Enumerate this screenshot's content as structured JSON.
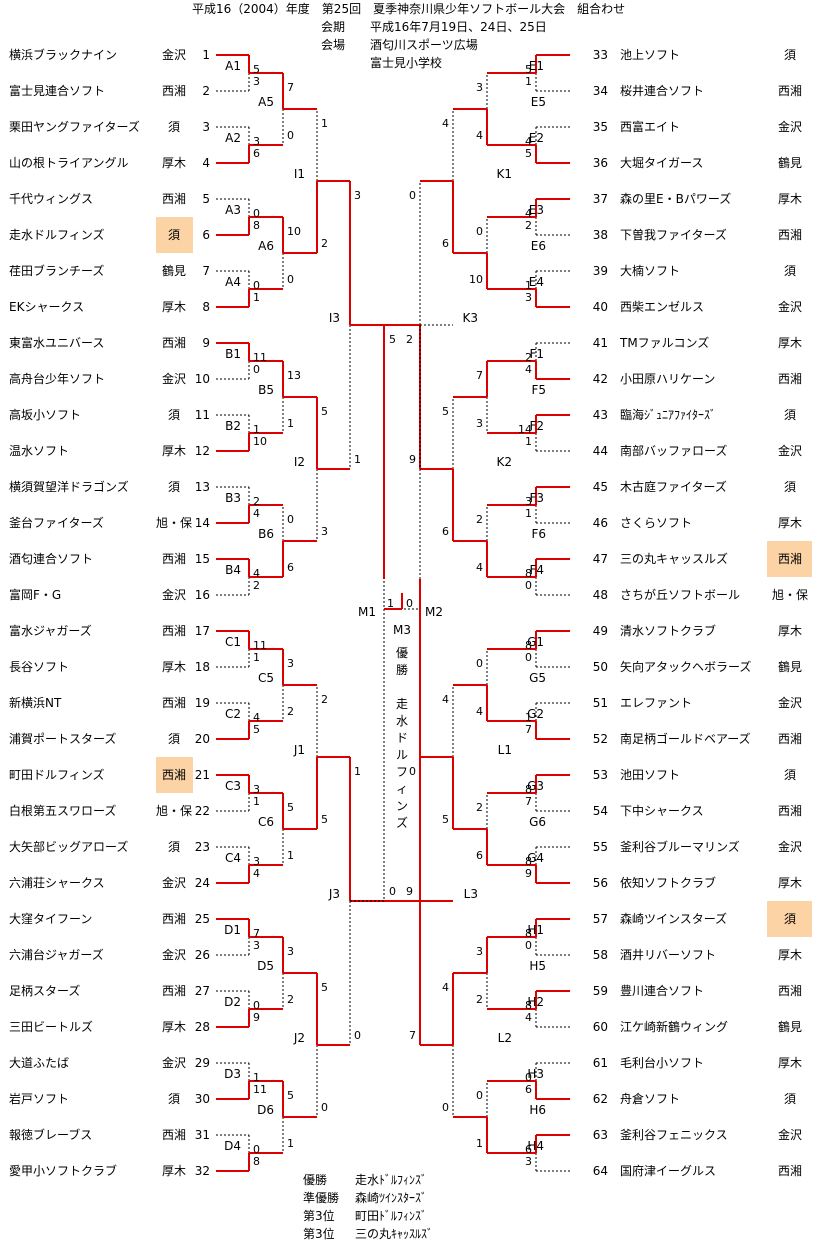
{
  "header": {
    "title": "平成16（2004）年度　第25回　夏季神奈川県少年ソフトボール大会　組合わせ",
    "period_label": "会期",
    "period": "平成16年7月19日、24日、25日",
    "venue_label": "会場",
    "venue1": "酒匂川スポーツ広場",
    "venue2": "富士見小学校"
  },
  "colors": {
    "win_line": "#dd0000",
    "highlight": "#fbd3a4",
    "line": "#000000"
  },
  "teams": [
    {
      "name": "横浜ブラックナイン",
      "area": "金沢",
      "hl": false
    },
    {
      "name": "富士見連合ソフト",
      "area": "西湘",
      "hl": false
    },
    {
      "name": "栗田ヤングファイターズ",
      "area": "須",
      "hl": false
    },
    {
      "name": "山の根トライアングル",
      "area": "厚木",
      "hl": false
    },
    {
      "name": "千代ウィングス",
      "area": "西湘",
      "hl": false
    },
    {
      "name": "走水ドルフィンズ",
      "area": "須",
      "hl": true
    },
    {
      "name": "荏田ブランチーズ",
      "area": "鶴見",
      "hl": false
    },
    {
      "name": "EKシャークス",
      "area": "厚木",
      "hl": false
    },
    {
      "name": "東富水ユニバース",
      "area": "西湘",
      "hl": false
    },
    {
      "name": "高舟台少年ソフト",
      "area": "金沢",
      "hl": false
    },
    {
      "name": "高坂小ソフト",
      "area": "須",
      "hl": false
    },
    {
      "name": "温水ソフト",
      "area": "厚木",
      "hl": false
    },
    {
      "name": "横須賀望洋ドラゴンズ",
      "area": "須",
      "hl": false
    },
    {
      "name": "釜台ファイターズ",
      "area": "旭・保",
      "hl": false
    },
    {
      "name": "酒匂連合ソフト",
      "area": "西湘",
      "hl": false
    },
    {
      "name": "富岡F・G",
      "area": "金沢",
      "hl": false
    },
    {
      "name": "富水ジャガーズ",
      "area": "西湘",
      "hl": false
    },
    {
      "name": "長谷ソフト",
      "area": "厚木",
      "hl": false
    },
    {
      "name": "新横浜NT",
      "area": "西湘",
      "hl": false
    },
    {
      "name": "浦賀ポートスターズ",
      "area": "須",
      "hl": false
    },
    {
      "name": "町田ドルフィンズ",
      "area": "西湘",
      "hl": true
    },
    {
      "name": "白根第五スワローズ",
      "area": "旭・保",
      "hl": false
    },
    {
      "name": "大矢部ビッグアローズ",
      "area": "須",
      "hl": false
    },
    {
      "name": "六浦荘シャークス",
      "area": "金沢",
      "hl": false
    },
    {
      "name": "大窪タイフーン",
      "area": "西湘",
      "hl": false
    },
    {
      "name": "六浦台ジャガーズ",
      "area": "金沢",
      "hl": false
    },
    {
      "name": "足柄スターズ",
      "area": "西湘",
      "hl": false
    },
    {
      "name": "三田ビートルズ",
      "area": "厚木",
      "hl": false
    },
    {
      "name": "大道ふたば",
      "area": "金沢",
      "hl": false
    },
    {
      "name": "岩戸ソフト",
      "area": "須",
      "hl": false
    },
    {
      "name": "報徳ブレーブス",
      "area": "西湘",
      "hl": false
    },
    {
      "name": "愛甲小ソフトクラブ",
      "area": "厚木",
      "hl": false
    },
    {
      "name": "池上ソフト",
      "area": "須",
      "hl": false
    },
    {
      "name": "桜井連合ソフト",
      "area": "西湘",
      "hl": false
    },
    {
      "name": "西富エイト",
      "area": "金沢",
      "hl": false
    },
    {
      "name": "大堀タイガース",
      "area": "鶴見",
      "hl": false
    },
    {
      "name": "森の里E・Bパワーズ",
      "area": "厚木",
      "hl": false
    },
    {
      "name": "下曽我ファイターズ",
      "area": "西湘",
      "hl": false
    },
    {
      "name": "大楠ソフト",
      "area": "須",
      "hl": false
    },
    {
      "name": "西柴エンゼルス",
      "area": "金沢",
      "hl": false
    },
    {
      "name": "TMファルコンズ",
      "area": "厚木",
      "hl": false
    },
    {
      "name": "小田原ハリケーン",
      "area": "西湘",
      "hl": false
    },
    {
      "name": "臨海ｼﾞｭﾆｱﾌｧｲﾀｰｽﾞ",
      "area": "須",
      "hl": false
    },
    {
      "name": "南部バッファローズ",
      "area": "金沢",
      "hl": false
    },
    {
      "name": "木古庭ファイターズ",
      "area": "須",
      "hl": false
    },
    {
      "name": "さくらソフト",
      "area": "厚木",
      "hl": false
    },
    {
      "name": "三の丸キャッスルズ",
      "area": "西湘",
      "hl": true
    },
    {
      "name": "さちが丘ソフトボール",
      "area": "旭・保",
      "hl": false
    },
    {
      "name": "清水ソフトクラブ",
      "area": "厚木",
      "hl": false
    },
    {
      "name": "矢向アタックヘボラーズ",
      "area": "鶴見",
      "hl": false
    },
    {
      "name": "エレファント",
      "area": "金沢",
      "hl": false
    },
    {
      "name": "南足柄ゴールドベアーズ",
      "area": "西湘",
      "hl": false
    },
    {
      "name": "池田ソフト",
      "area": "須",
      "hl": false
    },
    {
      "name": "下中シャークス",
      "area": "西湘",
      "hl": false
    },
    {
      "name": "釜利谷ブルーマリンズ",
      "area": "金沢",
      "hl": false
    },
    {
      "name": "依知ソフトクラブ",
      "area": "厚木",
      "hl": false
    },
    {
      "name": "森崎ツインスターズ",
      "area": "須",
      "hl": true
    },
    {
      "name": "酒井リバーソフト",
      "area": "厚木",
      "hl": false
    },
    {
      "name": "豊川連合ソフト",
      "area": "西湘",
      "hl": false
    },
    {
      "name": "江ケ崎新鶴ウィング",
      "area": "鶴見",
      "hl": false
    },
    {
      "name": "毛利台小ソフト",
      "area": "厚木",
      "hl": false
    },
    {
      "name": "舟倉ソフト",
      "area": "須",
      "hl": false
    },
    {
      "name": "釜利谷フェニックス",
      "area": "金沢",
      "hl": false
    },
    {
      "name": "国府津イーグルス",
      "area": "西湘",
      "hl": false
    }
  ],
  "r1": [
    {
      "label": "A1",
      "s": [
        5,
        3
      ],
      "w": 0
    },
    {
      "label": "A2",
      "s": [
        3,
        6
      ],
      "w": 1
    },
    {
      "label": "A3",
      "s": [
        0,
        8
      ],
      "w": 1
    },
    {
      "label": "A4",
      "s": [
        0,
        1
      ],
      "w": 1
    },
    {
      "label": "B1",
      "s": [
        11,
        0
      ],
      "w": 0
    },
    {
      "label": "B2",
      "s": [
        1,
        10
      ],
      "w": 1
    },
    {
      "label": "B3",
      "s": [
        2,
        4
      ],
      "w": 1
    },
    {
      "label": "B4",
      "s": [
        4,
        2
      ],
      "w": 0
    },
    {
      "label": "C1",
      "s": [
        11,
        1
      ],
      "w": 0
    },
    {
      "label": "C2",
      "s": [
        4,
        5
      ],
      "w": 1
    },
    {
      "label": "C3",
      "s": [
        3,
        1
      ],
      "w": 0
    },
    {
      "label": "C4",
      "s": [
        3,
        4
      ],
      "w": 1
    },
    {
      "label": "D1",
      "s": [
        7,
        3
      ],
      "w": 0
    },
    {
      "label": "D2",
      "s": [
        0,
        9
      ],
      "w": 1
    },
    {
      "label": "D3",
      "s": [
        1,
        11
      ],
      "w": 1
    },
    {
      "label": "D4",
      "s": [
        0,
        8
      ],
      "w": 1
    },
    {
      "label": "E1",
      "s": [
        5,
        1
      ],
      "w": 0
    },
    {
      "label": "E2",
      "s": [
        4,
        5
      ],
      "w": 1
    },
    {
      "label": "E3",
      "s": [
        4,
        2
      ],
      "w": 0
    },
    {
      "label": "E4",
      "s": [
        1,
        3
      ],
      "w": 1
    },
    {
      "label": "F1",
      "s": [
        2,
        4
      ],
      "w": 1
    },
    {
      "label": "F2",
      "s": [
        14,
        1
      ],
      "w": 0
    },
    {
      "label": "F3",
      "s": [
        3,
        1
      ],
      "w": 0
    },
    {
      "label": "F4",
      "s": [
        8,
        0
      ],
      "w": 0
    },
    {
      "label": "G1",
      "s": [
        8,
        0
      ],
      "w": 0
    },
    {
      "label": "G2",
      "s": [
        1,
        7
      ],
      "w": 1
    },
    {
      "label": "G3",
      "s": [
        8,
        7
      ],
      "w": 0
    },
    {
      "label": "G4",
      "s": [
        8,
        9
      ],
      "w": 1
    },
    {
      "label": "H1",
      "s": [
        8,
        0
      ],
      "w": 0
    },
    {
      "label": "H2",
      "s": [
        8,
        4
      ],
      "w": 0
    },
    {
      "label": "H3",
      "s": [
        0,
        6
      ],
      "w": 1
    },
    {
      "label": "H4",
      "s": [
        6,
        3
      ],
      "w": 0
    }
  ],
  "r2": [
    {
      "label": "A5",
      "s": [
        7,
        0
      ],
      "w": 0
    },
    {
      "label": "A6",
      "s": [
        10,
        0
      ],
      "w": 0
    },
    {
      "label": "B5",
      "s": [
        13,
        1
      ],
      "w": 0
    },
    {
      "label": "B6",
      "s": [
        0,
        6
      ],
      "w": 1
    },
    {
      "label": "C5",
      "s": [
        3,
        2
      ],
      "w": 0
    },
    {
      "label": "C6",
      "s": [
        5,
        1
      ],
      "w": 0
    },
    {
      "label": "D5",
      "s": [
        3,
        2
      ],
      "w": 0
    },
    {
      "label": "D6",
      "s": [
        5,
        1
      ],
      "w": 0
    },
    {
      "label": "E5",
      "s": [
        3,
        4
      ],
      "w": 1
    },
    {
      "label": "E6",
      "s": [
        0,
        10
      ],
      "w": 1
    },
    {
      "label": "F5",
      "s": [
        7,
        3
      ],
      "w": 0
    },
    {
      "label": "F6",
      "s": [
        2,
        4
      ],
      "w": 1
    },
    {
      "label": "G5",
      "s": [
        0,
        4
      ],
      "w": 1
    },
    {
      "label": "G6",
      "s": [
        2,
        6
      ],
      "w": 1
    },
    {
      "label": "H5",
      "s": [
        3,
        2
      ],
      "w": 0
    },
    {
      "label": "H6",
      "s": [
        0,
        1
      ],
      "w": 1
    }
  ],
  "r3": [
    {
      "label": "I1",
      "s": [
        1,
        2
      ],
      "w": 1
    },
    {
      "label": "I2",
      "s": [
        5,
        3
      ],
      "w": 0
    },
    {
      "label": "J1",
      "s": [
        2,
        5
      ],
      "w": 1
    },
    {
      "label": "J2",
      "s": [
        5,
        0
      ],
      "w": 0
    },
    {
      "label": "K1",
      "s": [
        4,
        6
      ],
      "w": 1
    },
    {
      "label": "K2",
      "s": [
        5,
        6
      ],
      "w": 1
    },
    {
      "label": "L1",
      "s": [
        4,
        5
      ],
      "w": 1
    },
    {
      "label": "L2",
      "s": [
        4,
        0
      ],
      "w": 0
    }
  ],
  "r4": [
    {
      "label": "I3",
      "s": [
        3,
        1
      ],
      "w": 0
    },
    {
      "label": "J3",
      "s": [
        1,
        0
      ],
      "w": 0
    },
    {
      "label": "K3",
      "s": [
        0,
        9
      ],
      "w": 1
    },
    {
      "label": "L3",
      "s": [
        0,
        7
      ],
      "w": 1
    }
  ],
  "r5": [
    {
      "label": "M1",
      "s": [
        5,
        0
      ],
      "w": 0
    },
    {
      "label": "M2",
      "s": [
        2,
        9
      ],
      "w": 1
    }
  ],
  "final": {
    "label": "M3",
    "s": [
      1,
      0
    ],
    "w": 0
  },
  "champion_v": "優勝　走水ドルフィンズ",
  "results": [
    {
      "label": "優勝",
      "value": "走水ﾄﾞﾙﾌｨﾝｽﾞ"
    },
    {
      "label": "準優勝",
      "value": "森崎ﾂｲﾝｽﾀｰｽﾞ"
    },
    {
      "label": "第3位",
      "value": "町田ﾄﾞﾙﾌｨﾝｽﾞ"
    },
    {
      "label": "第3位",
      "value": "三の丸ｷｬｯｽﾙｽﾞ"
    }
  ]
}
